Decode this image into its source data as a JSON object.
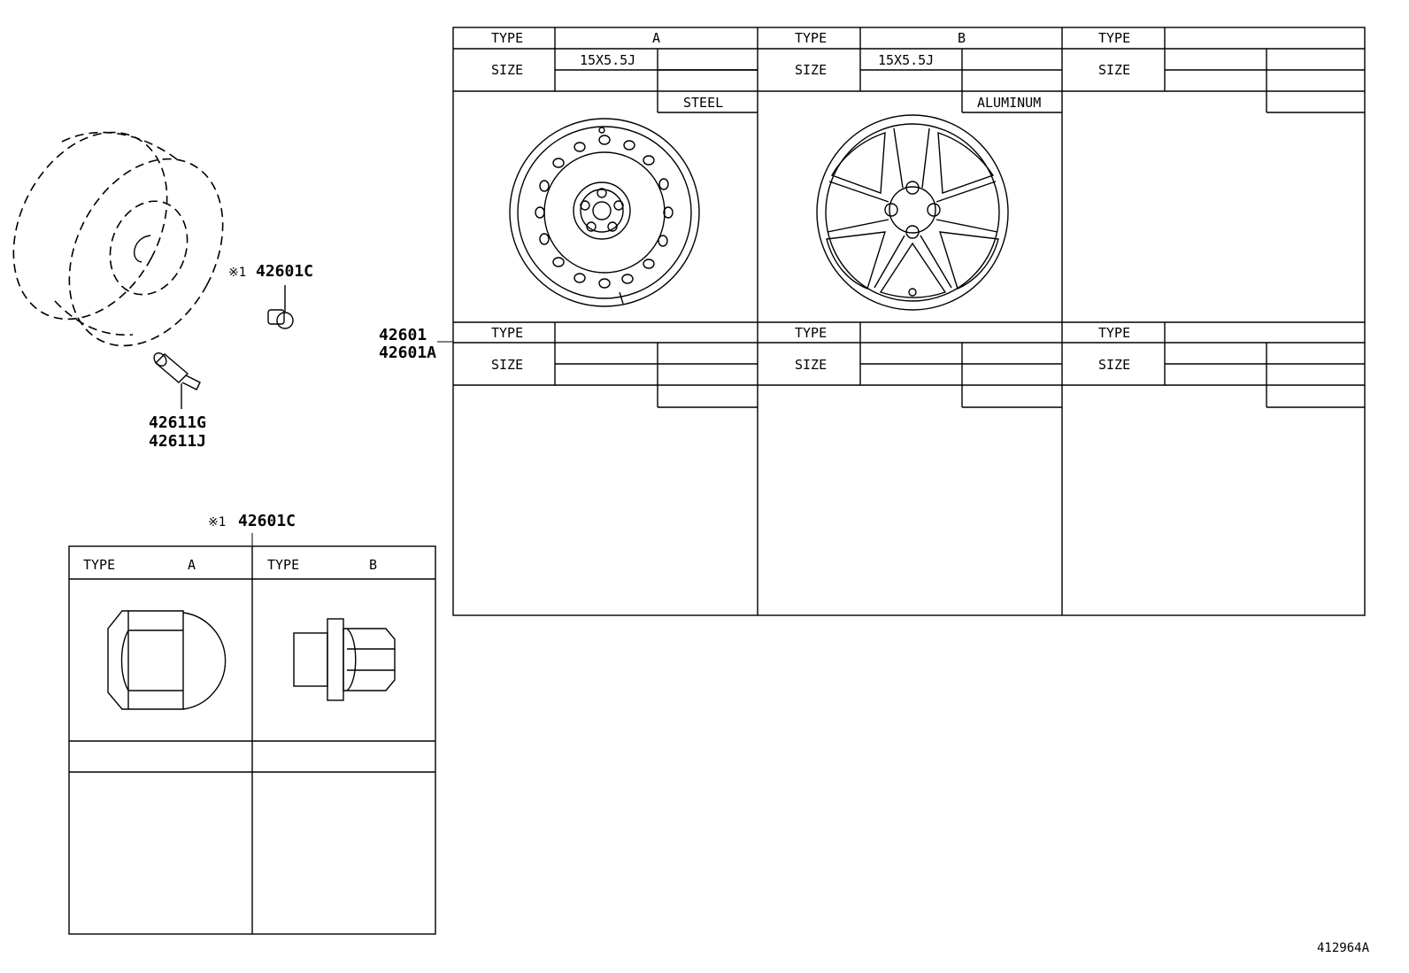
{
  "wheel_table": {
    "type_label": "TYPE",
    "size_label": "SIZE",
    "columns": [
      {
        "type": "A",
        "size": "15X5.5J",
        "material": "STEEL"
      },
      {
        "type": "B",
        "size": "15X5.5J",
        "material": "ALUMINUM"
      },
      {
        "type": "",
        "size": "",
        "material": ""
      }
    ],
    "lower_columns": [
      {
        "type": "",
        "size": ""
      },
      {
        "type": "",
        "size": ""
      },
      {
        "type": "",
        "size": ""
      }
    ]
  },
  "callouts": {
    "wheel_part_1": "42601",
    "wheel_part_2": "42601A",
    "nut_mark": "※1",
    "nut_part": "42601C",
    "valve_part_1": "42611G",
    "valve_part_2": "42611J"
  },
  "nut_table": {
    "mark": "※1",
    "part": "42601C",
    "type_label": "TYPE",
    "columns": [
      {
        "type": "A"
      },
      {
        "type": "B"
      }
    ]
  },
  "diagram_id": "412964A",
  "icons": {
    "tire": "tire-icon",
    "nut": "lug-nut-icon",
    "valve": "valve-stem-icon",
    "steel_wheel": "steel-wheel-icon",
    "alloy_wheel": "alloy-wheel-icon",
    "acorn_nut": "acorn-nut-icon",
    "flange_nut": "flange-nut-icon"
  }
}
